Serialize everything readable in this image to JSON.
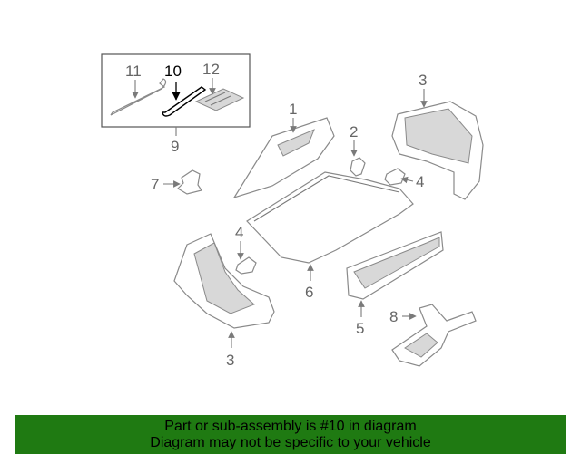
{
  "callouts": {
    "c1": "1",
    "c2": "2",
    "c3a": "3",
    "c3b": "3",
    "c4a": "4",
    "c4b": "4",
    "c5": "5",
    "c6": "6",
    "c7": "7",
    "c8": "8",
    "c9": "9",
    "c10": "10",
    "c11": "11",
    "c12": "12"
  },
  "highlighted_part": "10",
  "banner": {
    "line1": "Part or sub-assembly is #10 in diagram",
    "line2": "Diagram may not be specific to your vehicle"
  },
  "colors": {
    "banner_bg": "#1f7a12",
    "highlight": "#000000",
    "callout": "#666666"
  }
}
